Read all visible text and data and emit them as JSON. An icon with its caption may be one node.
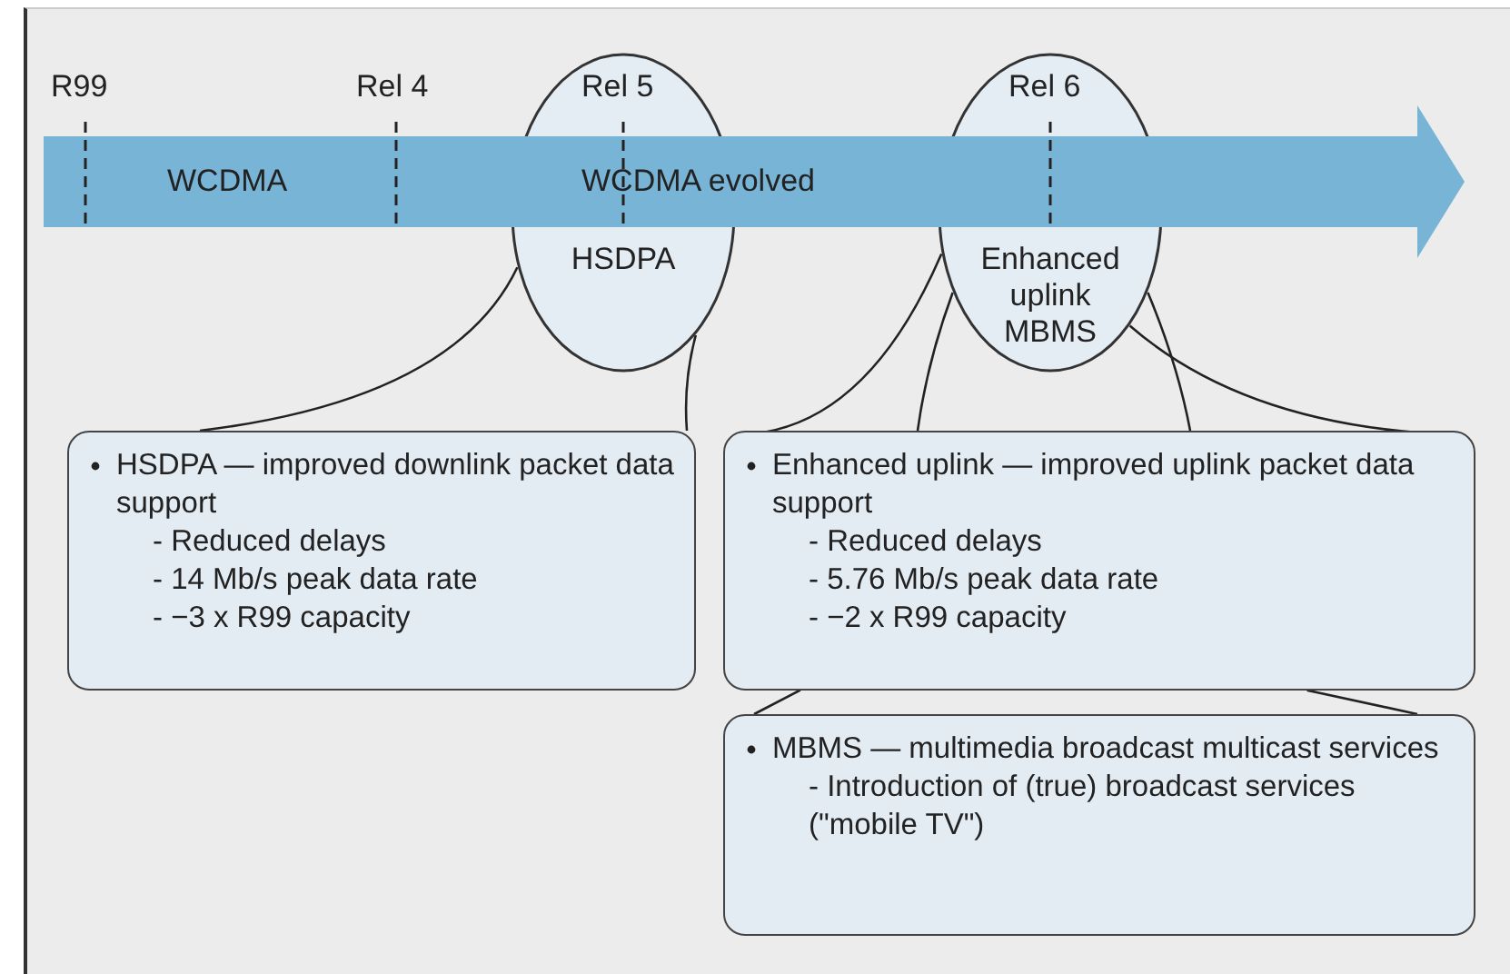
{
  "diagram": {
    "nodes": [
      {
        "text": [
          "HSDPA"
        ]
      },
      {
        "text": [
          "Enhanced uplink",
          "MBMS"
        ]
      },
      {
        "text": [
          "HSDPA — improved downlink packet data support",
          "- Reduced delays",
          "- 14 Mb/s peak data rate",
          "- −3 x R99 capacity"
        ]
      },
      {
        "text": [
          "Enhanced uplink — improved uplink packet data support",
          "- Reduced delays",
          "- 5.76 Mb/s peak data rate",
          "- −2 x R99 capacity"
        ]
      },
      {
        "text": [
          "MBMS — multimedia broadcast multicast services",
          "- Introduction of (true) broadcast services (\"mobile TV\")"
        ]
      }
    ],
    "edges": [
      {
        "from": 0,
        "to": 2,
        "arrow": "none"
      },
      {
        "from": 0,
        "to": 2,
        "arrow": "none"
      },
      {
        "from": 1,
        "to": 4,
        "arrow": "none"
      },
      {
        "from": 1,
        "to": 3,
        "arrow": "none"
      },
      {
        "from": 1,
        "to": 3,
        "arrow": "none"
      },
      {
        "from": 1,
        "to": 4,
        "arrow": "none"
      }
    ],
    "labels": [
      "R99",
      "Rel 4",
      "Rel 5",
      "Rel 6",
      "WCDMA",
      "WCDMA evolved"
    ]
  }
}
